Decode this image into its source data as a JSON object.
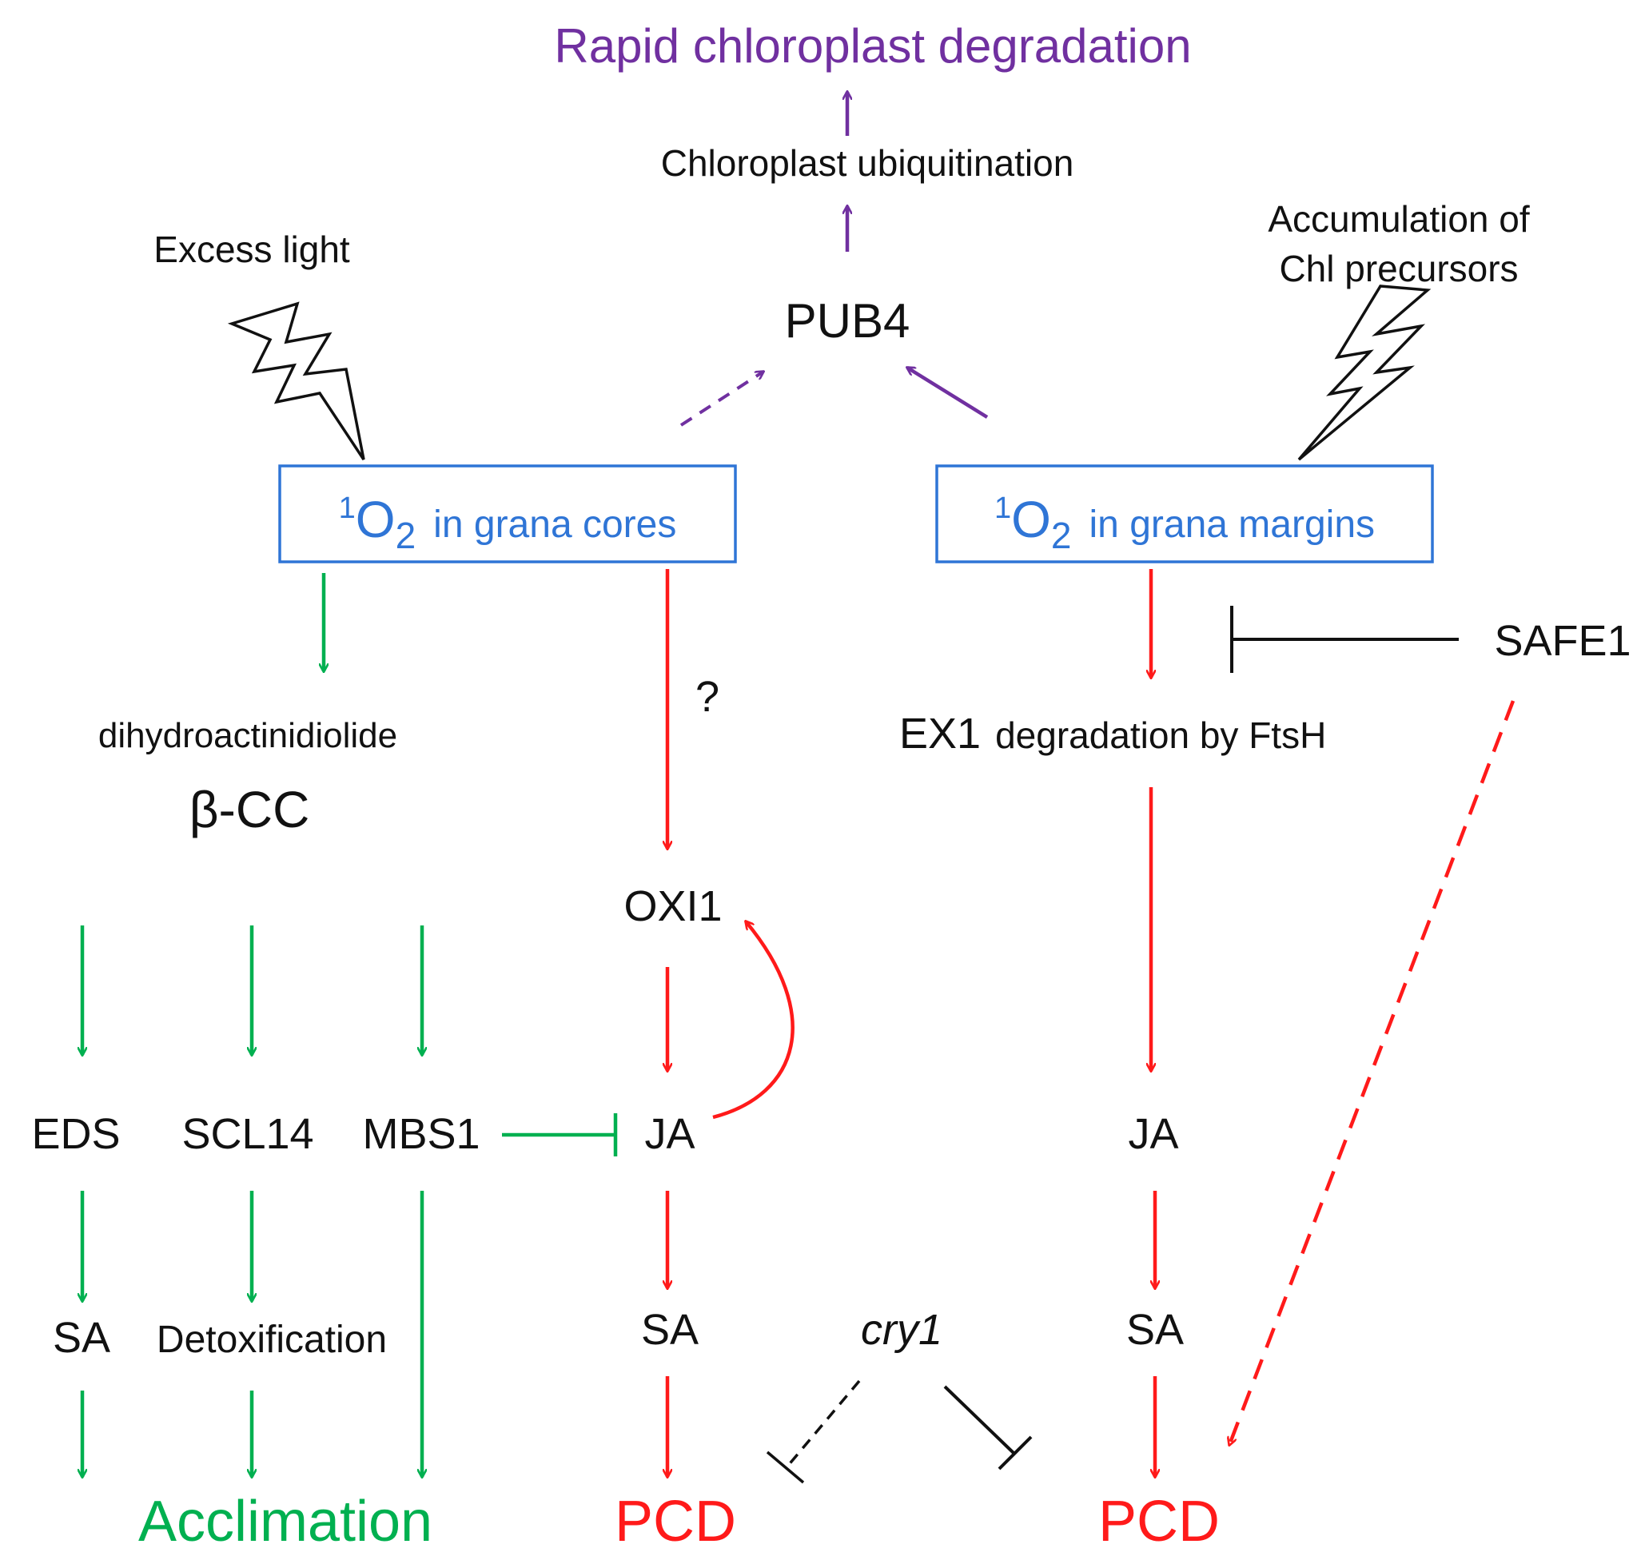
{
  "colors": {
    "green": "#00b050",
    "red": "#ff1a1a",
    "purple": "#7030a0",
    "blue": "#2f75d6",
    "black": "#111111"
  },
  "labels": {
    "rapid_degradation": "Rapid chloroplast degradation",
    "chloroplast_ubiquitination": "Chloroplast ubiquitination",
    "pub4": "PUB4",
    "excess_light": "Excess light",
    "accumulation_line1": "Accumulation of",
    "accumulation_line2": "Chl precursors",
    "grana_cores": "in grana cores",
    "grana_margins": "in grana margins",
    "singlet_sup": "1",
    "singlet_o": "O",
    "singlet_sub": "2",
    "question": "?",
    "safe1": "SAFE1",
    "dihydroactinidiolide": "dihydroactinidiolide",
    "beta_cc": "β-CC",
    "ex1": "EX1",
    "ex1_degradation": "degradation by FtsH",
    "oxi1": "OXI1",
    "eds": "EDS",
    "scl14": "SCL14",
    "mbs1": "MBS1",
    "ja_left": "JA",
    "ja_right": "JA",
    "sa_green": "SA",
    "detoxification": "Detoxification",
    "sa_mid": "SA",
    "cry1": "cry1",
    "sa_right": "SA",
    "acclimation": "Acclimation",
    "pcd_left": "PCD",
    "pcd_right": "PCD"
  }
}
